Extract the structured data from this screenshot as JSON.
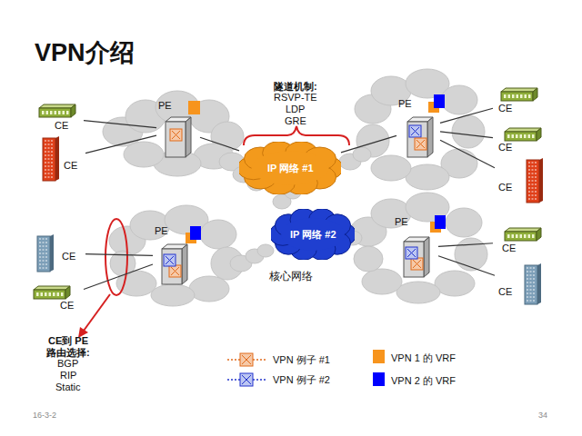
{
  "diagram": {
    "title": "VPN介绍",
    "nodes": [
      {
        "text": [
          "PE"
        ]
      },
      {
        "text": [
          "CE"
        ]
      },
      {
        "text": [
          "CE"
        ]
      },
      {
        "text": [
          "IP 网络 #1"
        ]
      },
      {
        "text": [
          "PE"
        ]
      },
      {
        "text": [
          "CE"
        ]
      },
      {
        "text": [
          "CE"
        ]
      },
      {
        "text": [
          "CE"
        ]
      },
      {
        "text": [
          "PE"
        ]
      },
      {
        "text": [
          "CE"
        ]
      },
      {
        "text": [
          "CE"
        ]
      },
      {
        "text": [
          "IP 网络 #2"
        ]
      },
      {
        "text": [
          "PE"
        ]
      },
      {
        "text": [
          "CE"
        ]
      },
      {
        "text": [
          "CE"
        ]
      }
    ],
    "edges": [
      {
        "from": 1,
        "to": 0,
        "arrow": "none"
      },
      {
        "from": 2,
        "to": 0,
        "arrow": "none"
      },
      {
        "from": 0,
        "to": 3,
        "arrow": "none"
      },
      {
        "from": 3,
        "to": 4,
        "arrow": "none"
      },
      {
        "from": 4,
        "to": 5,
        "arrow": "none"
      },
      {
        "from": 4,
        "to": 6,
        "arrow": "none"
      },
      {
        "from": 4,
        "to": 7,
        "arrow": "none"
      },
      {
        "from": 9,
        "to": 8,
        "arrow": "none"
      },
      {
        "from": 10,
        "to": 8,
        "arrow": "none"
      },
      {
        "from": 12,
        "to": 13,
        "arrow": "none"
      },
      {
        "from": 12,
        "to": 14,
        "arrow": "none"
      }
    ],
    "labels": [
      "隧道机制:",
      "RSVP-TE",
      "LDP",
      "GRE",
      "核心网络",
      "CE到 PE",
      "路由选择:",
      "BGP",
      "RIP",
      "Static",
      "16-3-2",
      "34"
    ],
    "legend": [
      {
        "text": "VPN 例子 #1"
      },
      {
        "text": "VPN 例子 #2"
      },
      {
        "text": "VPN 1 的 VRF",
        "color": "#f7941d"
      },
      {
        "text": "VPN 2 的 VRF",
        "color": "#0000ff"
      }
    ]
  }
}
